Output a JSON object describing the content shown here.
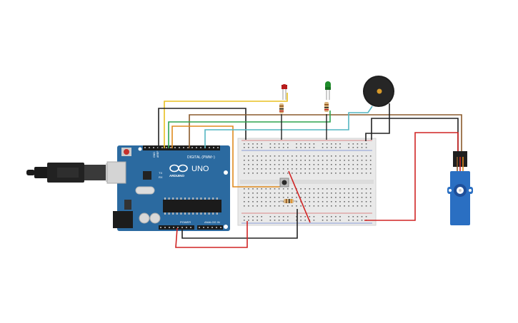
{
  "arduino": {
    "model_label": "UNO",
    "brand_label": "ARDUINO",
    "digital_label": "DIGITAL (PWM~)",
    "power_label": "POWER",
    "analog_label": "ANALOG IN",
    "aref_label": "AREF",
    "gnd_label": "GND",
    "tx_label": "TX",
    "rx_label": "RX"
  },
  "components": {
    "led_red_color": "#b81c1c",
    "led_green_color": "#1f8c2b",
    "buzzer_color": "#1e1e1e",
    "servo_color": "#2a6fc2",
    "board_color": "#2b6aa0",
    "breadboard_color": "#e9e9e9"
  },
  "wire_colors": {
    "yellow": "#e8c020",
    "black": "#222222",
    "brown": "#8a5a2b",
    "green": "#2ea44f",
    "orange": "#e08a1e",
    "cyan": "#54b6c2",
    "red": "#d02424"
  }
}
